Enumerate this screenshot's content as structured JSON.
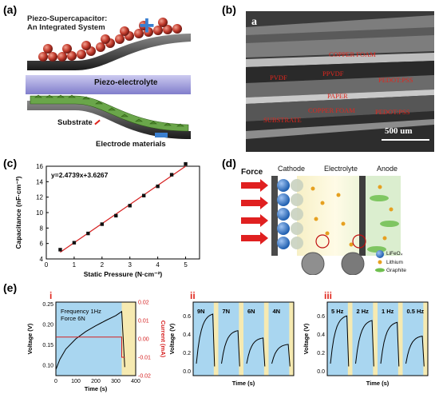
{
  "panels": {
    "a": {
      "label": "(a)",
      "title_line1": "Piezo-Supercapacitor:",
      "title_line2": "An Integrated System",
      "piezo_label": "Piezo-electrolyte",
      "substrate_label": "Substrate",
      "electrode_label": "Electrode materials",
      "plus_symbol": "+",
      "minus_symbol": "−"
    },
    "b": {
      "label": "(b)",
      "inset_letter": "a",
      "layers": [
        "COPPER FOAM",
        "PVDF",
        "PPVDF",
        "PEDOT:PSS",
        "PAPER",
        "COPPER FOAM",
        "PEDOT:PSS",
        "SUBSTRATE"
      ],
      "scale_bar": "500 um"
    },
    "c": {
      "label": "(c)",
      "equation": "y=2.4739x+3.6267",
      "xlabel": "Static Pressure (N·cm⁻²)",
      "ylabel": "Capacitance (nF·cm⁻²)"
    },
    "d": {
      "label": "(d)",
      "force_label": "Force",
      "cathode_label": "Cathode",
      "electrolyte_label": "Electrolyte",
      "anode_label": "Anode",
      "legend": [
        "LiFeO₄",
        "Lithium",
        "Graphite"
      ]
    },
    "e": {
      "label": "(e)",
      "sub_i": {
        "numeral": "i",
        "annotation_line1": "Frequency 1Hz",
        "annotation_line2": "Force 6N",
        "ylabel_left": "Voltage (V)",
        "ylabel_right": "Current (mA)",
        "xlabel": "Time (s)"
      },
      "sub_ii": {
        "numeral": "ii",
        "ylabel": "Voltage (V)",
        "xlabel": "Time (s)",
        "forces": [
          "9N",
          "7N",
          "6N",
          "4N"
        ]
      },
      "sub_iii": {
        "numeral": "iii",
        "ylabel": "Voltage (V)",
        "xlabel": "Time (s)",
        "freqs": [
          "5 Hz",
          "2 Hz",
          "1 Hz",
          "0.5 Hz"
        ]
      }
    }
  },
  "colors": {
    "plus_blue": "#3a7fd0",
    "sem_label_red": "#e0261d",
    "fit_line_red": "#d62020",
    "roman_numeral_red": "#e0261d",
    "voltage_bg_blue": "#a9d6f0",
    "shaded_yellow": "#f6eab1"
  },
  "chart_data": [
    {
      "type": "scatter",
      "title": "",
      "xlabel": "Static Pressure (N·cm⁻²)",
      "ylabel": "Capacitance (nF·cm⁻²)",
      "xlim": [
        0,
        5.5
      ],
      "ylim": [
        4,
        16
      ],
      "xticks": [
        "0",
        "1",
        "2",
        "3",
        "4",
        "5"
      ],
      "yticks": [
        "4",
        "6",
        "8",
        "10",
        "12",
        "14",
        "16"
      ],
      "x": [
        0.5,
        1.0,
        1.5,
        2.0,
        2.5,
        3.0,
        3.5,
        4.0,
        4.5,
        5.0
      ],
      "values": [
        5.2,
        6.1,
        7.3,
        8.5,
        9.6,
        10.9,
        12.2,
        13.4,
        14.9,
        16.3
      ],
      "fit": {
        "slope": 2.4739,
        "intercept": 3.6267
      }
    },
    {
      "type": "line",
      "title": "",
      "xlabel": "Time (s)",
      "ylabel": "Voltage (V)",
      "y2label": "Current (mA)",
      "xlim": [
        0,
        400
      ],
      "ylim": [
        0.075,
        0.255
      ],
      "y2lim": [
        -0.02,
        0.02
      ],
      "xticks": [
        "0",
        "100",
        "200",
        "300",
        "400"
      ],
      "yticks": [
        "0.10",
        "0.15",
        "0.20",
        "0.25"
      ],
      "y2ticks": [
        "-0.02",
        "-0.01",
        "0.00",
        "0.01",
        "0.02"
      ],
      "series": [
        {
          "values_x": [
            0,
            20,
            50,
            100,
            150,
            200,
            250,
            300,
            330,
            345
          ],
          "values": [
            0.09,
            0.115,
            0.14,
            0.165,
            0.183,
            0.197,
            0.21,
            0.222,
            0.232,
            0.096
          ]
        },
        {
          "values_x": [
            0,
            330,
            330,
            345
          ],
          "values": [
            0.001,
            0.001,
            -0.01,
            -0.01
          ]
        }
      ]
    },
    {
      "type": "line",
      "xlabel": "Time (s)",
      "ylabel": "Voltage (V)",
      "yticks": [
        "0.0",
        "0.2",
        "0.4",
        "0.6"
      ],
      "ylim": [
        -0.05,
        0.75
      ],
      "categories": [
        "9N",
        "7N",
        "6N",
        "4N"
      ],
      "peaks": [
        0.62,
        0.44,
        0.36,
        0.29
      ]
    },
    {
      "type": "line",
      "xlabel": "Time (s)",
      "ylabel": "Voltage (V)",
      "yticks": [
        "0.0",
        "0.2",
        "0.4",
        "0.6"
      ],
      "ylim": [
        -0.05,
        0.75
      ],
      "categories": [
        "5 Hz",
        "2 Hz",
        "1 Hz",
        "0.5 Hz"
      ],
      "peaks": [
        0.6,
        0.55,
        0.53,
        0.38
      ]
    }
  ]
}
